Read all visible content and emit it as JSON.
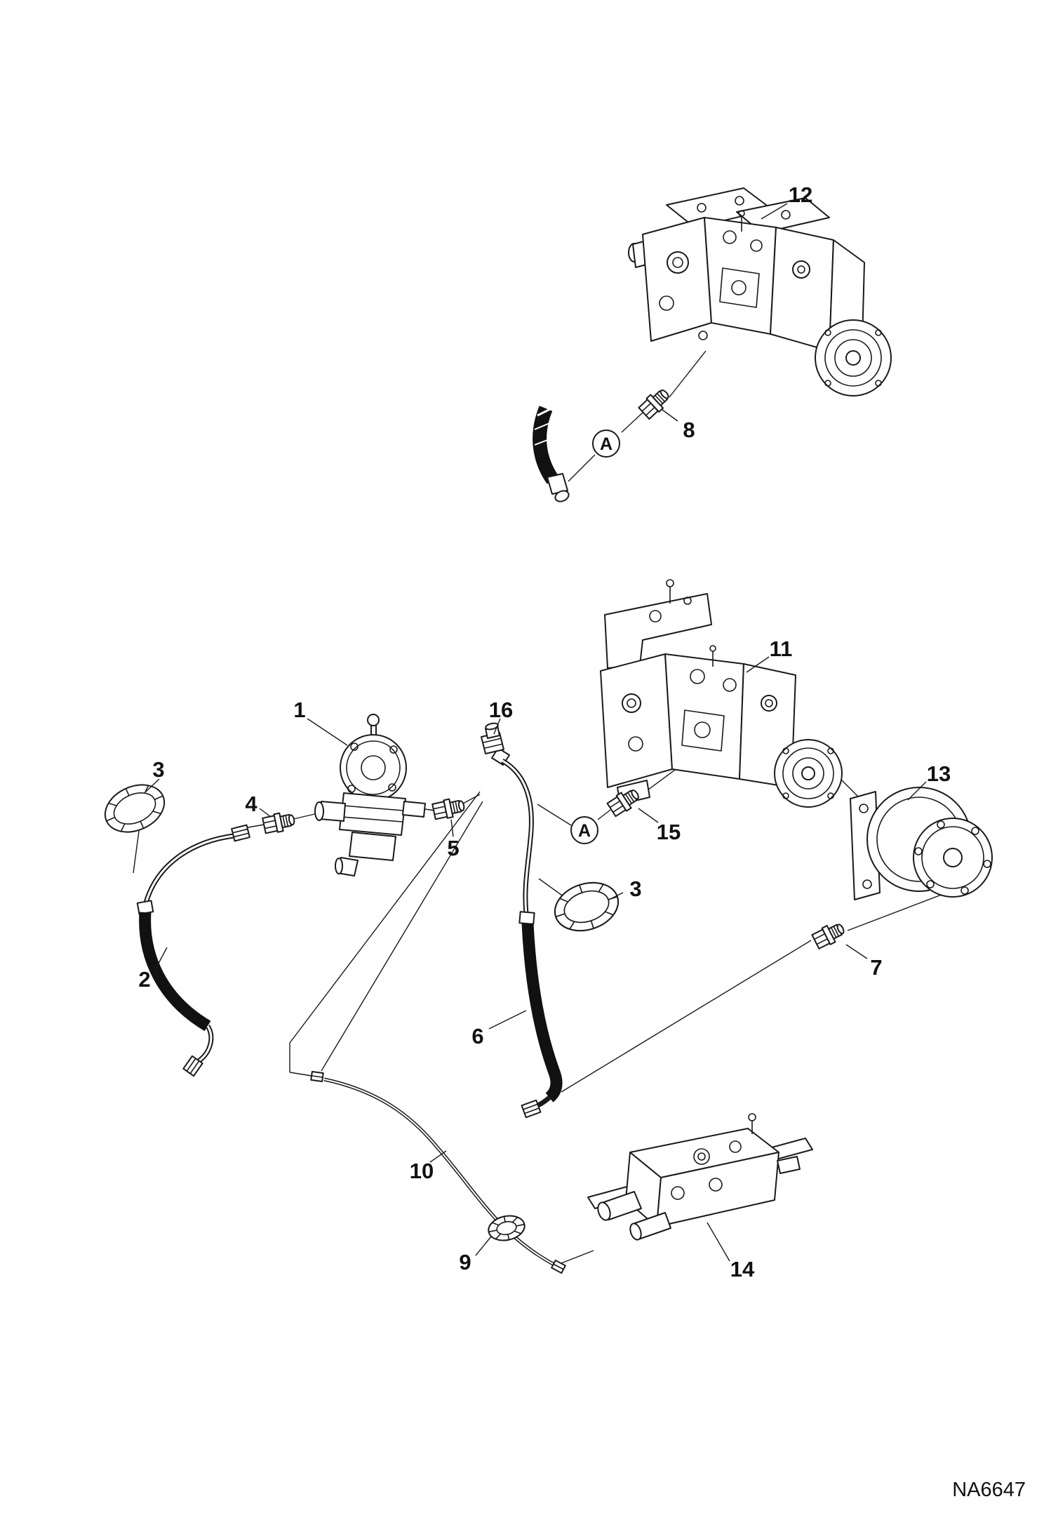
{
  "drawing": {
    "code": "NA6647",
    "background_color": "#ffffff",
    "line_color": "#1a1a1a"
  },
  "callouts": {
    "c1": "1",
    "c2": "2",
    "c3_left": "3",
    "c3_middle": "3",
    "c4": "4",
    "c5": "5",
    "c6": "6",
    "c7": "7",
    "c8": "8",
    "c9": "9",
    "c10": "10",
    "c11": "11",
    "c12": "12",
    "c13": "13",
    "c14": "14",
    "c15": "15",
    "c16": "16"
  },
  "reference_markers": {
    "a_top": "A",
    "a_middle": "A"
  }
}
